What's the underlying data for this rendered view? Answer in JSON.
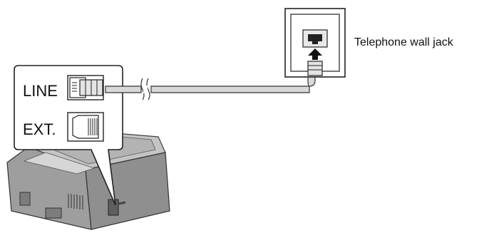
{
  "labels": {
    "line_port": "LINE",
    "ext_port": "EXT.",
    "wall_jack": "Telephone wall jack"
  }
}
